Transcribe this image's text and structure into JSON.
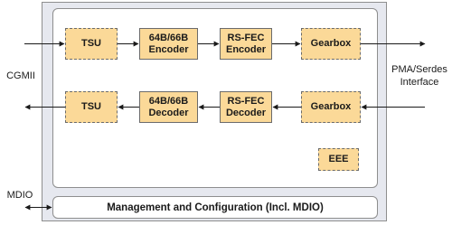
{
  "labels": {
    "cgmii": "CGMII",
    "pma_line1": "PMA/Serdes",
    "pma_line2": "Interface",
    "mdio": "MDIO"
  },
  "tx_path": [
    {
      "label_1": "TSU",
      "label_2": ""
    },
    {
      "label_1": "64B/66B",
      "label_2": "Encoder"
    },
    {
      "label_1": "RS-FEC",
      "label_2": "Encoder"
    },
    {
      "label_1": "Gearbox",
      "label_2": ""
    }
  ],
  "rx_path": [
    {
      "label_1": "TSU",
      "label_2": ""
    },
    {
      "label_1": "64B/66B",
      "label_2": "Decoder"
    },
    {
      "label_1": "RS-FEC",
      "label_2": "Decoder"
    },
    {
      "label_1": "Gearbox",
      "label_2": ""
    }
  ],
  "eee": "EEE",
  "management": "Management and Configuration (Incl. MDIO)",
  "colors": {
    "block_fill": "#fbd998",
    "background": "#e6e8ef",
    "line": "#1a1a1a"
  }
}
